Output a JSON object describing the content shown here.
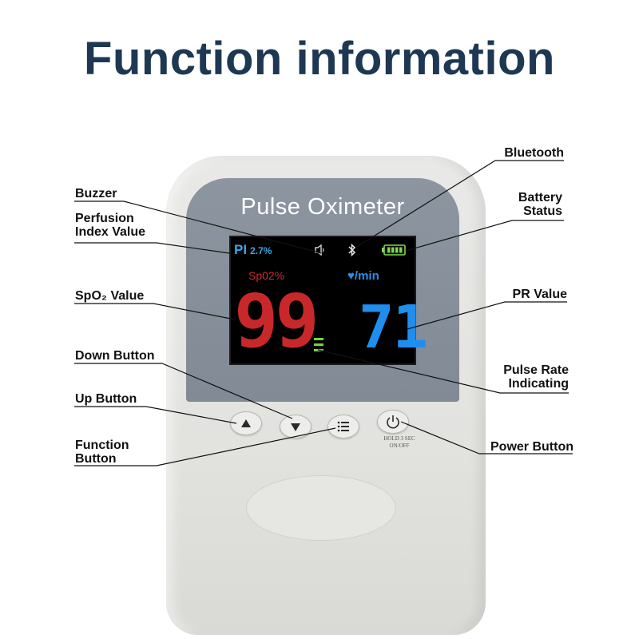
{
  "title": "Function information",
  "device": {
    "brand": "Pulse Oximeter",
    "screen": {
      "pi_label": "PI",
      "pi_value": "2.7%",
      "spo2_label": "Sp02%",
      "pr_label": "♥/min",
      "spo2_value": "99",
      "pr_value": "71"
    },
    "power_hint_line1": "HOLD 3 SEC",
    "power_hint_line2": "ON/OFF"
  },
  "labels": {
    "buzzer": "Buzzer",
    "perfusion_line1": "Perfusion",
    "perfusion_line2": "Index Value",
    "spo2": "SpO₂ Value",
    "down_button": "Down Button",
    "up_button": "Up Button",
    "function_line1": "Function",
    "function_line2": "Button",
    "bluetooth": "Bluetooth",
    "battery_line1": "Battery",
    "battery_line2": "Status",
    "pr_value": "PR Value",
    "pulse_rate_line1": "Pulse Rate",
    "pulse_rate_line2": "Indicating",
    "power_button": "Power Button"
  },
  "colors": {
    "title": "#1e3853",
    "spo2": "#c8282a",
    "pr": "#1e8ff0",
    "pi": "#38a7e8",
    "pulse_bars": "#74d43c"
  },
  "icons": [
    "speaker-icon",
    "bluetooth-icon",
    "battery-icon",
    "heart-icon",
    "triangle-up-icon",
    "triangle-down-icon",
    "menu-icon",
    "power-icon"
  ]
}
